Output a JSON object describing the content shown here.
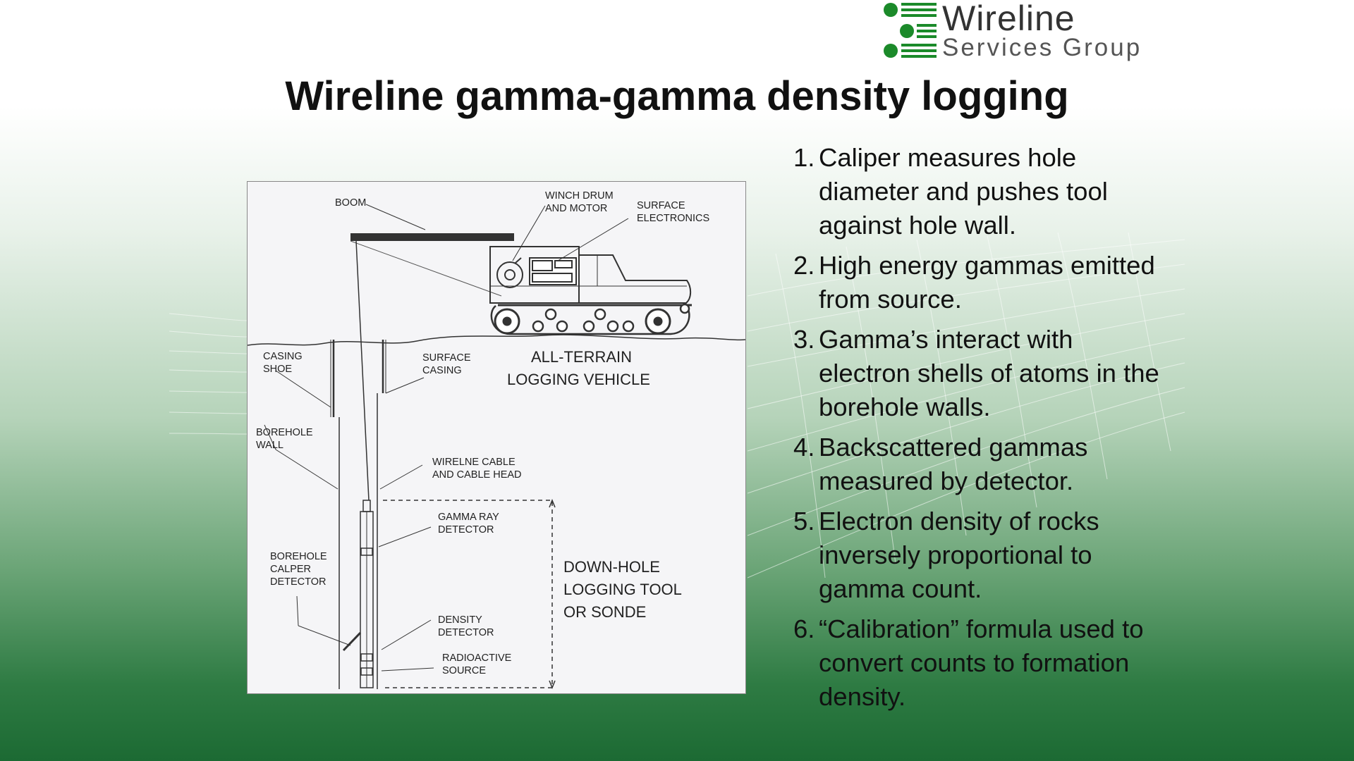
{
  "logo": {
    "line1": "Wireline",
    "line2": "Services Group",
    "brand_color": "#1b8a2a"
  },
  "title": "Wireline gamma-gamma density logging",
  "diagram": {
    "labels": {
      "boom": "BOOM",
      "winch_1": "WINCH DRUM",
      "winch_2": "AND MOTOR",
      "electronics_1": "SURFACE",
      "electronics_2": "ELECTRONICS",
      "casing_shoe_1": "CASING",
      "casing_shoe_2": "SHOE",
      "surface_casing_1": "SURFACE",
      "surface_casing_2": "CASING",
      "vehicle_1": "ALL-TERRAIN",
      "vehicle_2": "LOGGING VEHICLE",
      "borehole_wall_1": "BOREHOLE",
      "borehole_wall_2": "WALL",
      "cable_1": "WIRELNE CABLE",
      "cable_2": "AND CABLE HEAD",
      "gamma_detector_1": "GAMMA RAY",
      "gamma_detector_2": "DETECTOR",
      "caliper_1": "BOREHOLE",
      "caliper_2": "CALPER",
      "caliper_3": "DETECTOR",
      "tool_1": "DOWN-HOLE",
      "tool_2": "LOGGING TOOL",
      "tool_3": "OR SONDE",
      "density_1": "DENSITY",
      "density_2": "DETECTOR",
      "source_1": "RADIOACTIVE",
      "source_2": "SOURCE"
    }
  },
  "steps": [
    {
      "num": "1.",
      "text": "Caliper measures hole diameter and pushes tool against hole wall."
    },
    {
      "num": "2.",
      "text": "High energy gammas emitted from source."
    },
    {
      "num": "3.",
      "text": "Gamma’s interact with electron shells of atoms in the borehole walls."
    },
    {
      "num": "4.",
      "text": "Backscattered gammas measured by detector."
    },
    {
      "num": "5.",
      "text": "Electron density of rocks inversely proportional to gamma count."
    },
    {
      "num": "6.",
      "text": "“Calibration” formula used to convert counts to formation density."
    }
  ]
}
